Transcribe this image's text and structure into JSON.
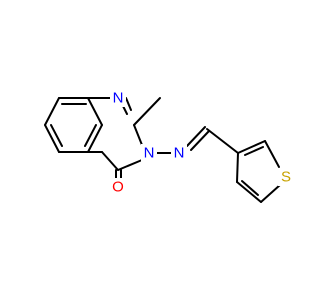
{
  "molecule": {
    "atoms": {
      "N1": {
        "symbol": "N",
        "color": "#0000ff"
      },
      "N3": {
        "symbol": "N",
        "color": "#0000ff"
      },
      "N_imine": {
        "symbol": "N",
        "color": "#0000ff"
      },
      "O": {
        "symbol": "O",
        "color": "#ff0000"
      },
      "S": {
        "symbol": "S",
        "color": "#c8a200"
      }
    }
  }
}
